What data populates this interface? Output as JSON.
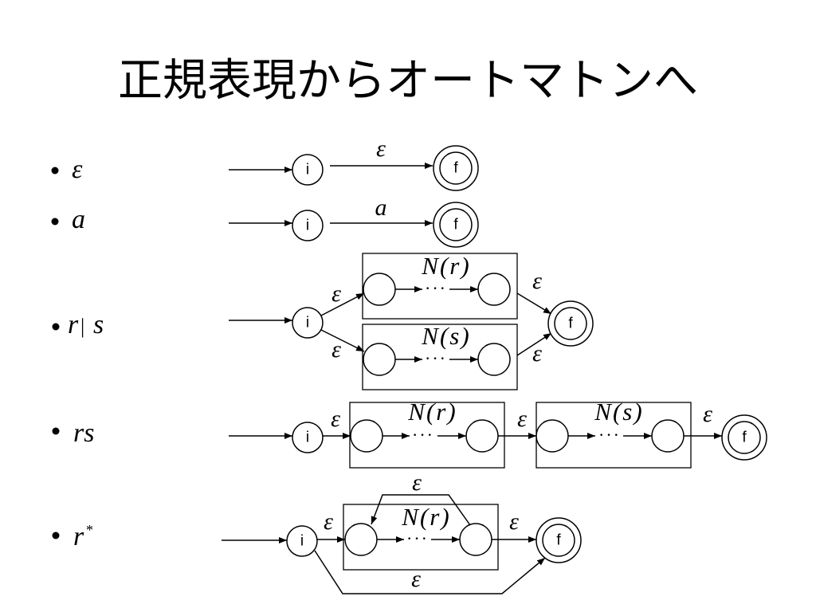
{
  "title": "正規表現からオートマトンへ",
  "rows": [
    {
      "bullet": {
        "expr": "ε"
      },
      "initial_state": "i",
      "final_state": "f",
      "edges": {
        "i_to_f": "ε"
      }
    },
    {
      "bullet": {
        "expr": "a"
      },
      "initial_state": "i",
      "final_state": "f",
      "edges": {
        "i_to_f": "a"
      }
    },
    {
      "bullet": {
        "r": "r",
        "bar": "|",
        "s": "s"
      },
      "initial_state": "i",
      "final_state": "f",
      "subautomata": [
        {
          "label": "N(r)",
          "ellipsis": "···"
        },
        {
          "label": "N(s)",
          "ellipsis": "···"
        }
      ],
      "edges": {
        "i_to_nr": "ε",
        "i_to_ns": "ε",
        "nr_to_f": "ε",
        "ns_to_f": "ε"
      }
    },
    {
      "bullet": {
        "expr": "rs"
      },
      "initial_state": "i",
      "final_state": "f",
      "subautomata": [
        {
          "label": "N(r)",
          "ellipsis": "···"
        },
        {
          "label": "N(s)",
          "ellipsis": "···"
        }
      ],
      "edges": {
        "i_to_nr": "ε",
        "nr_to_ns": "ε",
        "ns_to_f": "ε"
      }
    },
    {
      "bullet": {
        "base": "r",
        "sup": "*"
      },
      "initial_state": "i",
      "final_state": "f",
      "subautomata": [
        {
          "label": "N(r)",
          "ellipsis": "···"
        }
      ],
      "edges": {
        "i_to_nr": "ε",
        "nr_loop_back": "ε",
        "nr_to_f": "ε",
        "i_to_f_skip": "ε"
      }
    }
  ]
}
